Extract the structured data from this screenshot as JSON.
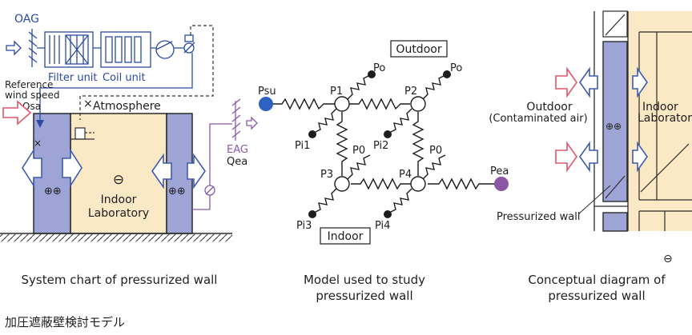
{
  "colors": {
    "wall_fill": "#9ea5d6",
    "wall_stroke": "#2a2a2a",
    "lab_fill": "#fbe8c4",
    "equipment_blue": "#2b4aa3",
    "eag_purple": "#8a5aa8",
    "supply_arrow_red": "#e0566b",
    "pressure_arrow_blue": "#3d5bb0",
    "psu_node": "#2f62c0",
    "pea_node": "#8a56a6"
  },
  "system_chart": {
    "oag": "OAG",
    "filter_unit": "Filter unit",
    "coil_unit": "Coil unit",
    "reference_wind_line1": "Reference",
    "reference_wind_line2": "wind speed",
    "qsa": "Qsa",
    "atmosphere": "Atmosphere",
    "eag": "EAG",
    "qea": "Qea",
    "minus_symbol": "⊖",
    "lab_line1": "Indoor",
    "lab_line2": "Laboratory",
    "plus_symbol": "⊕⊕",
    "caption": "System chart of pressurized wall"
  },
  "model": {
    "outdoor": "Outdoor",
    "indoor": "Indoor",
    "psu": "Psu",
    "pea": "Pea",
    "nodes": {
      "p1": "P1",
      "p2": "P2",
      "p3": "P3",
      "p4": "P4",
      "po_left": "Po",
      "po_right": "Po",
      "pi1": "Pi1",
      "pi2": "Pi2",
      "pi3": "Pi3",
      "pi4": "Pi4",
      "p0_left": "P0",
      "p0_right": "P0"
    },
    "caption_line1": "Model used to study",
    "caption_line2": "pressurized wall"
  },
  "conceptual": {
    "outdoor_line1": "Outdoor",
    "outdoor_line2": "(Contaminated air)",
    "lab_line1": "Indoor",
    "lab_line2": "Laboratory",
    "plus_symbol": "⊕⊕",
    "pressurized_wall": "Pressurized wall",
    "minus_symbol": "⊖",
    "caption_line1": "Conceptual diagram of",
    "caption_line2": "pressurized wall"
  },
  "footer_title": "加圧遮蔽壁検討モデル"
}
